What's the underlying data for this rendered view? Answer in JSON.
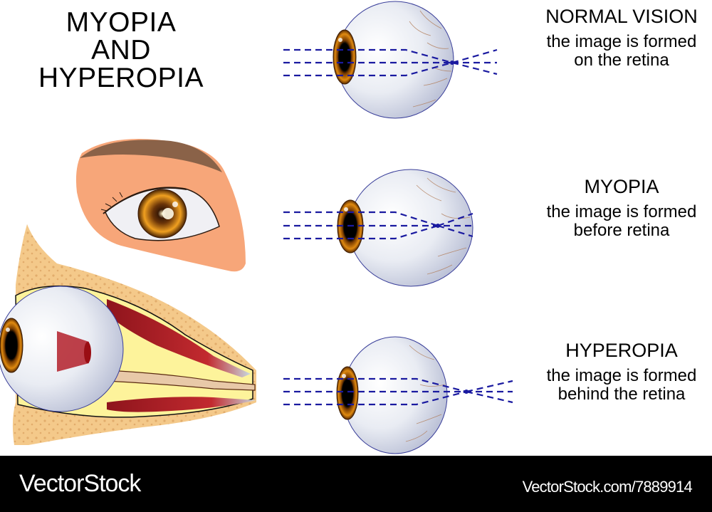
{
  "title": {
    "lines": [
      "MYOPIA",
      "AND",
      "HYPEROPIA"
    ]
  },
  "panels": [
    {
      "heading": "NORMAL VISION",
      "description_line1": "the image is formed",
      "description_line2": "on the retina",
      "focus": "on-retina"
    },
    {
      "heading": "MYOPIA",
      "description_line1": "the image is formed",
      "description_line2": "before retina",
      "focus": "before-retina"
    },
    {
      "heading": "HYPEROPIA",
      "description_line1": "the image is formed",
      "description_line2": "behind the retina",
      "focus": "behind-retina"
    }
  ],
  "illustrations": {
    "face_eye": "frontal-eye-with-eyebrow",
    "cross_section": "eye-in-orbit-cross-section"
  },
  "colors": {
    "ray": "#1a1aa0",
    "skin": "#f7a679",
    "eyebrow": "#8a6248",
    "bone": "#f4c98a",
    "fat": "#fdf39b",
    "muscle": "#b3202a",
    "iris": "#c87808",
    "sclera_edge": "#3a3f9a"
  },
  "footer": {
    "brand": "VectorStock",
    "url": "VectorStock.com/7889914"
  }
}
